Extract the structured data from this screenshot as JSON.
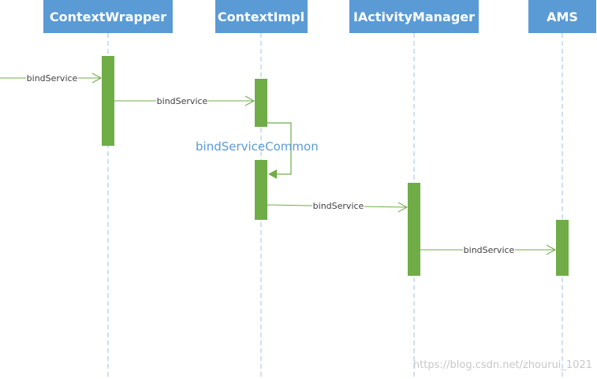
{
  "participants": [
    {
      "id": "cw",
      "name": "ContextWrapper"
    },
    {
      "id": "ci",
      "name": "ContextImpl"
    },
    {
      "id": "iam",
      "name": "IActivityManager"
    },
    {
      "id": "ams",
      "name": "AMS"
    }
  ],
  "messages": [
    {
      "from": "external",
      "to": "cw",
      "label": "bindService"
    },
    {
      "from": "cw",
      "to": "ci",
      "label": "bindService"
    },
    {
      "from": "ci",
      "to": "ci",
      "label": "bindServiceCommon"
    },
    {
      "from": "ci",
      "to": "iam",
      "label": "bindService"
    },
    {
      "from": "iam",
      "to": "ams",
      "label": "bindService"
    }
  ],
  "watermark": "https://blog.csdn.net/zhourui_1021",
  "colors": {
    "header_fill": "#5b9bd5",
    "header_text": "#ffffff",
    "lifeline": "#9dc3e6",
    "activation": "#70ad47",
    "arrow": "#70ad47",
    "message_text": "#404040",
    "self_call_text": "#5b9bd5",
    "watermark": "#c8c8c8"
  }
}
